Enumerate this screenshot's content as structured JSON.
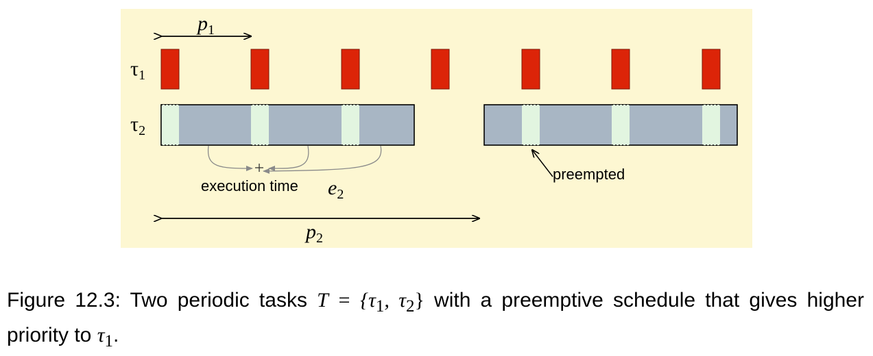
{
  "diagram": {
    "colors": {
      "panel_background": "#fdf7d2",
      "task1_block": "#dc2408",
      "task2_bar": "#a8b6c4",
      "preemption_gap": "#e2f5e0",
      "arrow": "#000000",
      "curve": "#8a8a8a"
    },
    "labels": {
      "p1": "p",
      "p1_sub": "1",
      "tau1": "τ",
      "tau1_sub": "1",
      "tau2": "τ",
      "tau2_sub": "2",
      "execution_time": "execution time",
      "e2": "e",
      "e2_sub": "2",
      "p2": "p",
      "p2_sub": "2",
      "preempted": "preempted"
    },
    "task1_instances": 7,
    "task2_bars": 2,
    "preemptions_per_bar": 3
  },
  "caption": {
    "prefix": "Figure 12.3:  Two periodic tasks ",
    "math_set": "T = {τ",
    "math_set_sub1": "1",
    "math_set_mid": ", τ",
    "math_set_sub2": "2",
    "math_set_end": "}",
    "middle": " with a preemptive schedule that gives higher priority to ",
    "math_tau": "τ",
    "math_tau_sub": "1",
    "suffix": "."
  }
}
